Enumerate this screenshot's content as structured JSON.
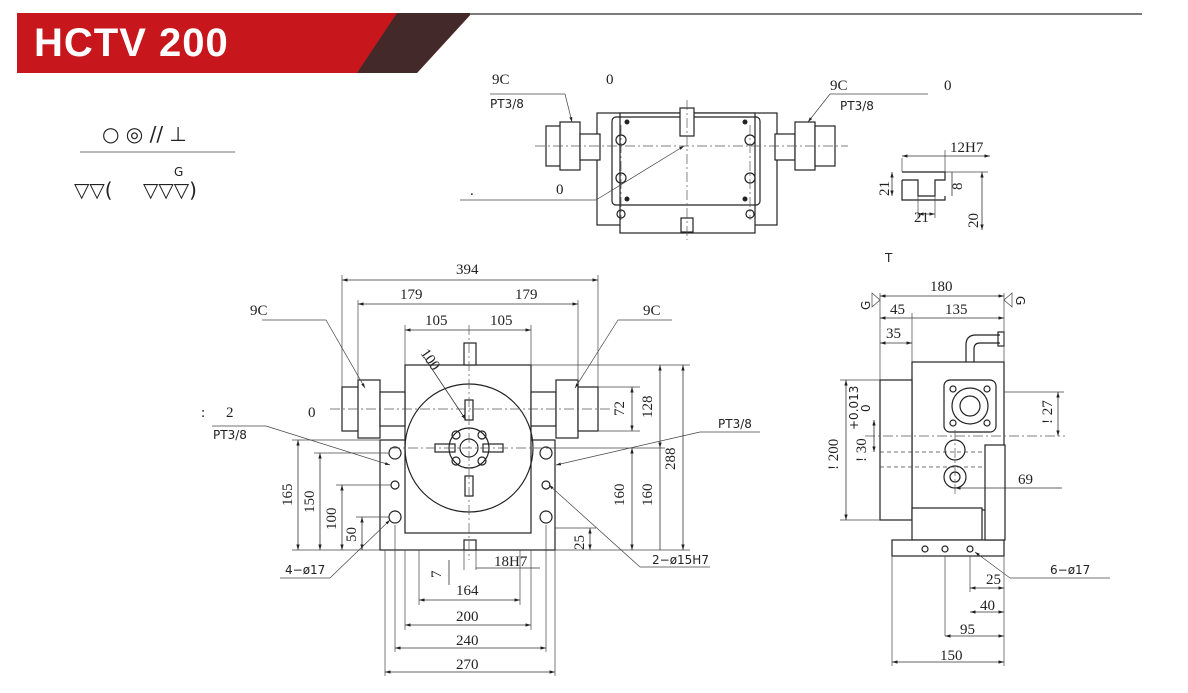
{
  "title": "HCTV 200",
  "colors": {
    "banner_red": "#c8161d",
    "banner_dark": "#2d2d2d",
    "line": "#222222"
  },
  "symbols": {
    "tolerance": "○ ◎ // ⊥",
    "roughness_label": "G",
    "roughness_left": "▽▽(",
    "roughness_right": "▽▽▽)"
  },
  "top_view": {
    "label_9c_left": "9C",
    "label_0_left": "0",
    "label_pt_left": "PT3/8",
    "label_9c_right": "9C",
    "label_0_right": "0",
    "label_pt_right": "PT3/8",
    "label_dot": ".",
    "label_0_bottom": "0"
  },
  "slot_detail": {
    "d_12h7": "12H7",
    "d_21_left": "21",
    "d_8": "8",
    "d_21_bottom": "21",
    "d_20": "20"
  },
  "front_view": {
    "d_394": "394",
    "d_179_left": "179",
    "d_179_right": "179",
    "d_105_left": "105",
    "d_105_right": "105",
    "d_100": "100",
    "label_9c_left": "9C",
    "label_9c_right": "9C",
    "label_colon": ":",
    "label_2": "2",
    "label_0": "0",
    "label_pt_left": "PT3/8",
    "label_pt_right": "PT3/8",
    "d_72": "72",
    "d_128": "128",
    "d_288": "288",
    "d_160_a": "160",
    "d_160_b": "160",
    "d_165": "165",
    "d_150": "150",
    "d_100_v": "100",
    "d_50": "50",
    "d_25": "25",
    "d_7": "7",
    "d_18h7": "18H7",
    "d_164": "164",
    "d_200": "200",
    "d_240": "240",
    "d_270": "270",
    "label_4_17": "4−ø17",
    "label_2_15": "2−ø15H7"
  },
  "side_view": {
    "label_t": "T",
    "d_180": "180",
    "d_45": "45",
    "d_135": "135",
    "label_g_left": "G",
    "label_g_right": "G",
    "d_35": "35",
    "d_200": "! 200",
    "d_30": "! 30",
    "tol_upper": "+0.013",
    "tol_lower": "0",
    "d_27": "! 27",
    "d_69": "69",
    "label_6_17": "6−ø17",
    "d_25": "25",
    "d_40": "40",
    "d_95": "95",
    "d_150": "150"
  }
}
